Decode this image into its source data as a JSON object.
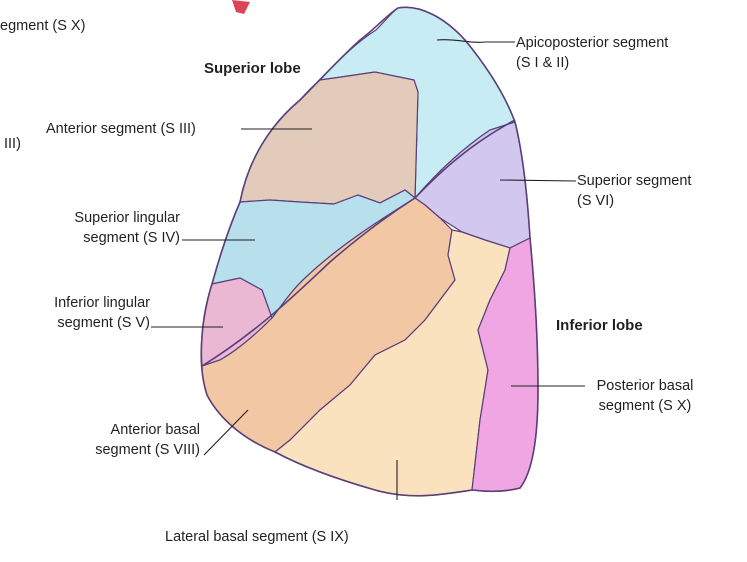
{
  "labels": {
    "cut_top": "egment (S X)",
    "cut_mid": "III)",
    "superior_lobe": "Superior lobe",
    "inferior_lobe": "Inferior lobe",
    "apicoposterior": "Apicoposterior segment",
    "apicoposterior_code": "(S I & II)",
    "anterior": "Anterior segment (S III)",
    "superior_segment": "Superior segment",
    "superior_segment_code": "(S VI)",
    "superior_lingular": "Superior lingular",
    "superior_lingular_code": "segment (S IV)",
    "inferior_lingular": "Inferior lingular",
    "inferior_lingular_code": "segment (S V)",
    "posterior_basal": "Posterior basal",
    "posterior_basal_code": "segment (S X)",
    "anterior_basal": "Anterior basal",
    "anterior_basal_code": "segment (S VIII)",
    "lateral_basal": "Lateral basal segment (S IX)"
  },
  "colors": {
    "apicoposterior": "#c7ecf3",
    "anterior": "#e3cbbb",
    "superior_lingular": "#b7dfec",
    "inferior_lingular": "#ebb8d4",
    "superior_segment": "#d2c8ef",
    "anterior_basal": "#f2c7a3",
    "lateral_basal": "#f9e2bd",
    "posterior_basal": "#f0a6e3",
    "accent_red": "#d6233a",
    "outline": "#5a3f7a",
    "leader": "#231f20"
  }
}
